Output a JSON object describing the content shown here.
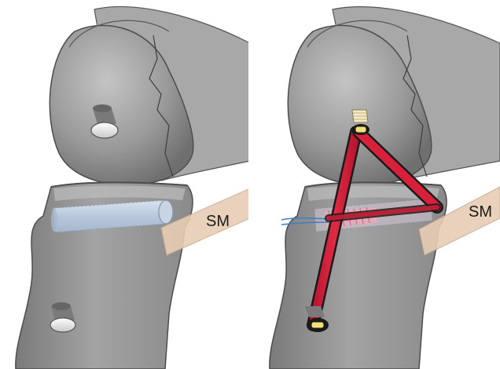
{
  "panels": [
    {
      "id": "before",
      "muscle_label": "SM"
    },
    {
      "id": "after",
      "muscle_label": "SM"
    }
  ],
  "colors": {
    "background": "#ffffff",
    "bone_fill": "#8e8e8e",
    "bone_light": "#b4b4b4",
    "bone_outline": "#4d4d4d",
    "tunnel_fill": "#ffffff",
    "tendon_fill": "#e8cdb4",
    "graft_tube_fill": "#c5d2e2",
    "ligament_red": "#d8203a",
    "ligament_outline": "#1a1a1a",
    "screw_yellow": "#f2e17a",
    "interference_screw": "#e8a9b8",
    "suture_blue": "#3d7fc4"
  },
  "icons": [
    "bone-tunnel-icon",
    "fixation-screw-icon",
    "interference-screw-icon"
  ]
}
